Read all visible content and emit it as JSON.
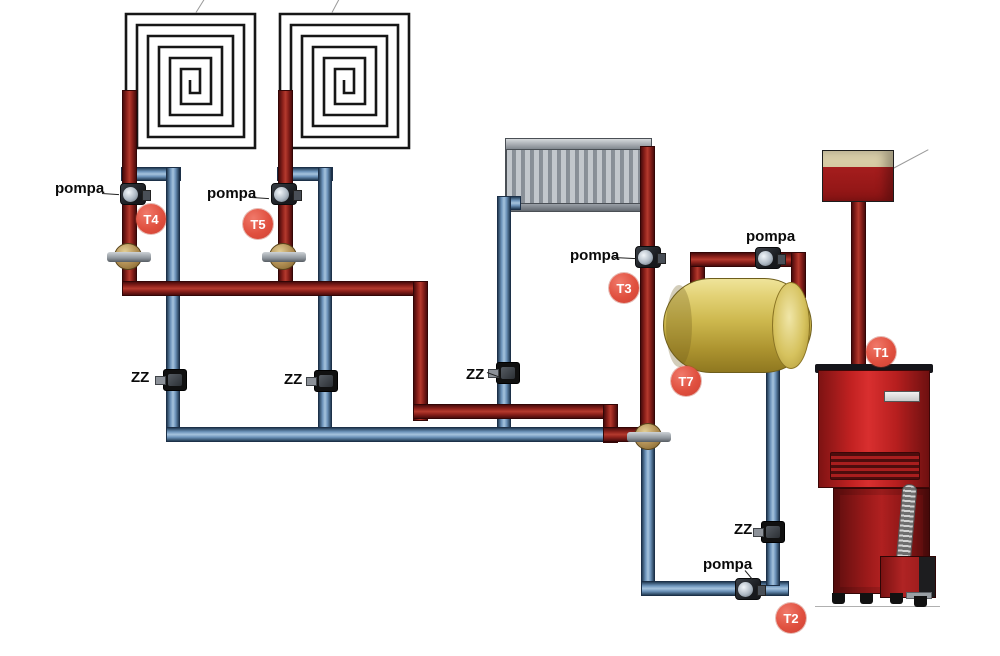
{
  "labels": {
    "pump": "pompa",
    "shutoff_valve": "ZZ"
  },
  "sensors": {
    "t1": "T1",
    "t2": "T2",
    "t3": "T3",
    "t4": "T4",
    "t5": "T5",
    "t7": "T7"
  },
  "colors": {
    "supply_pipe": "#8f221c",
    "return_pipe": "#7da3c8",
    "buffer_tank": "#cdb84e",
    "boiler_body": "#b02020",
    "sensor_badge": "#e0503f",
    "radiator": "#9aa0a7"
  }
}
